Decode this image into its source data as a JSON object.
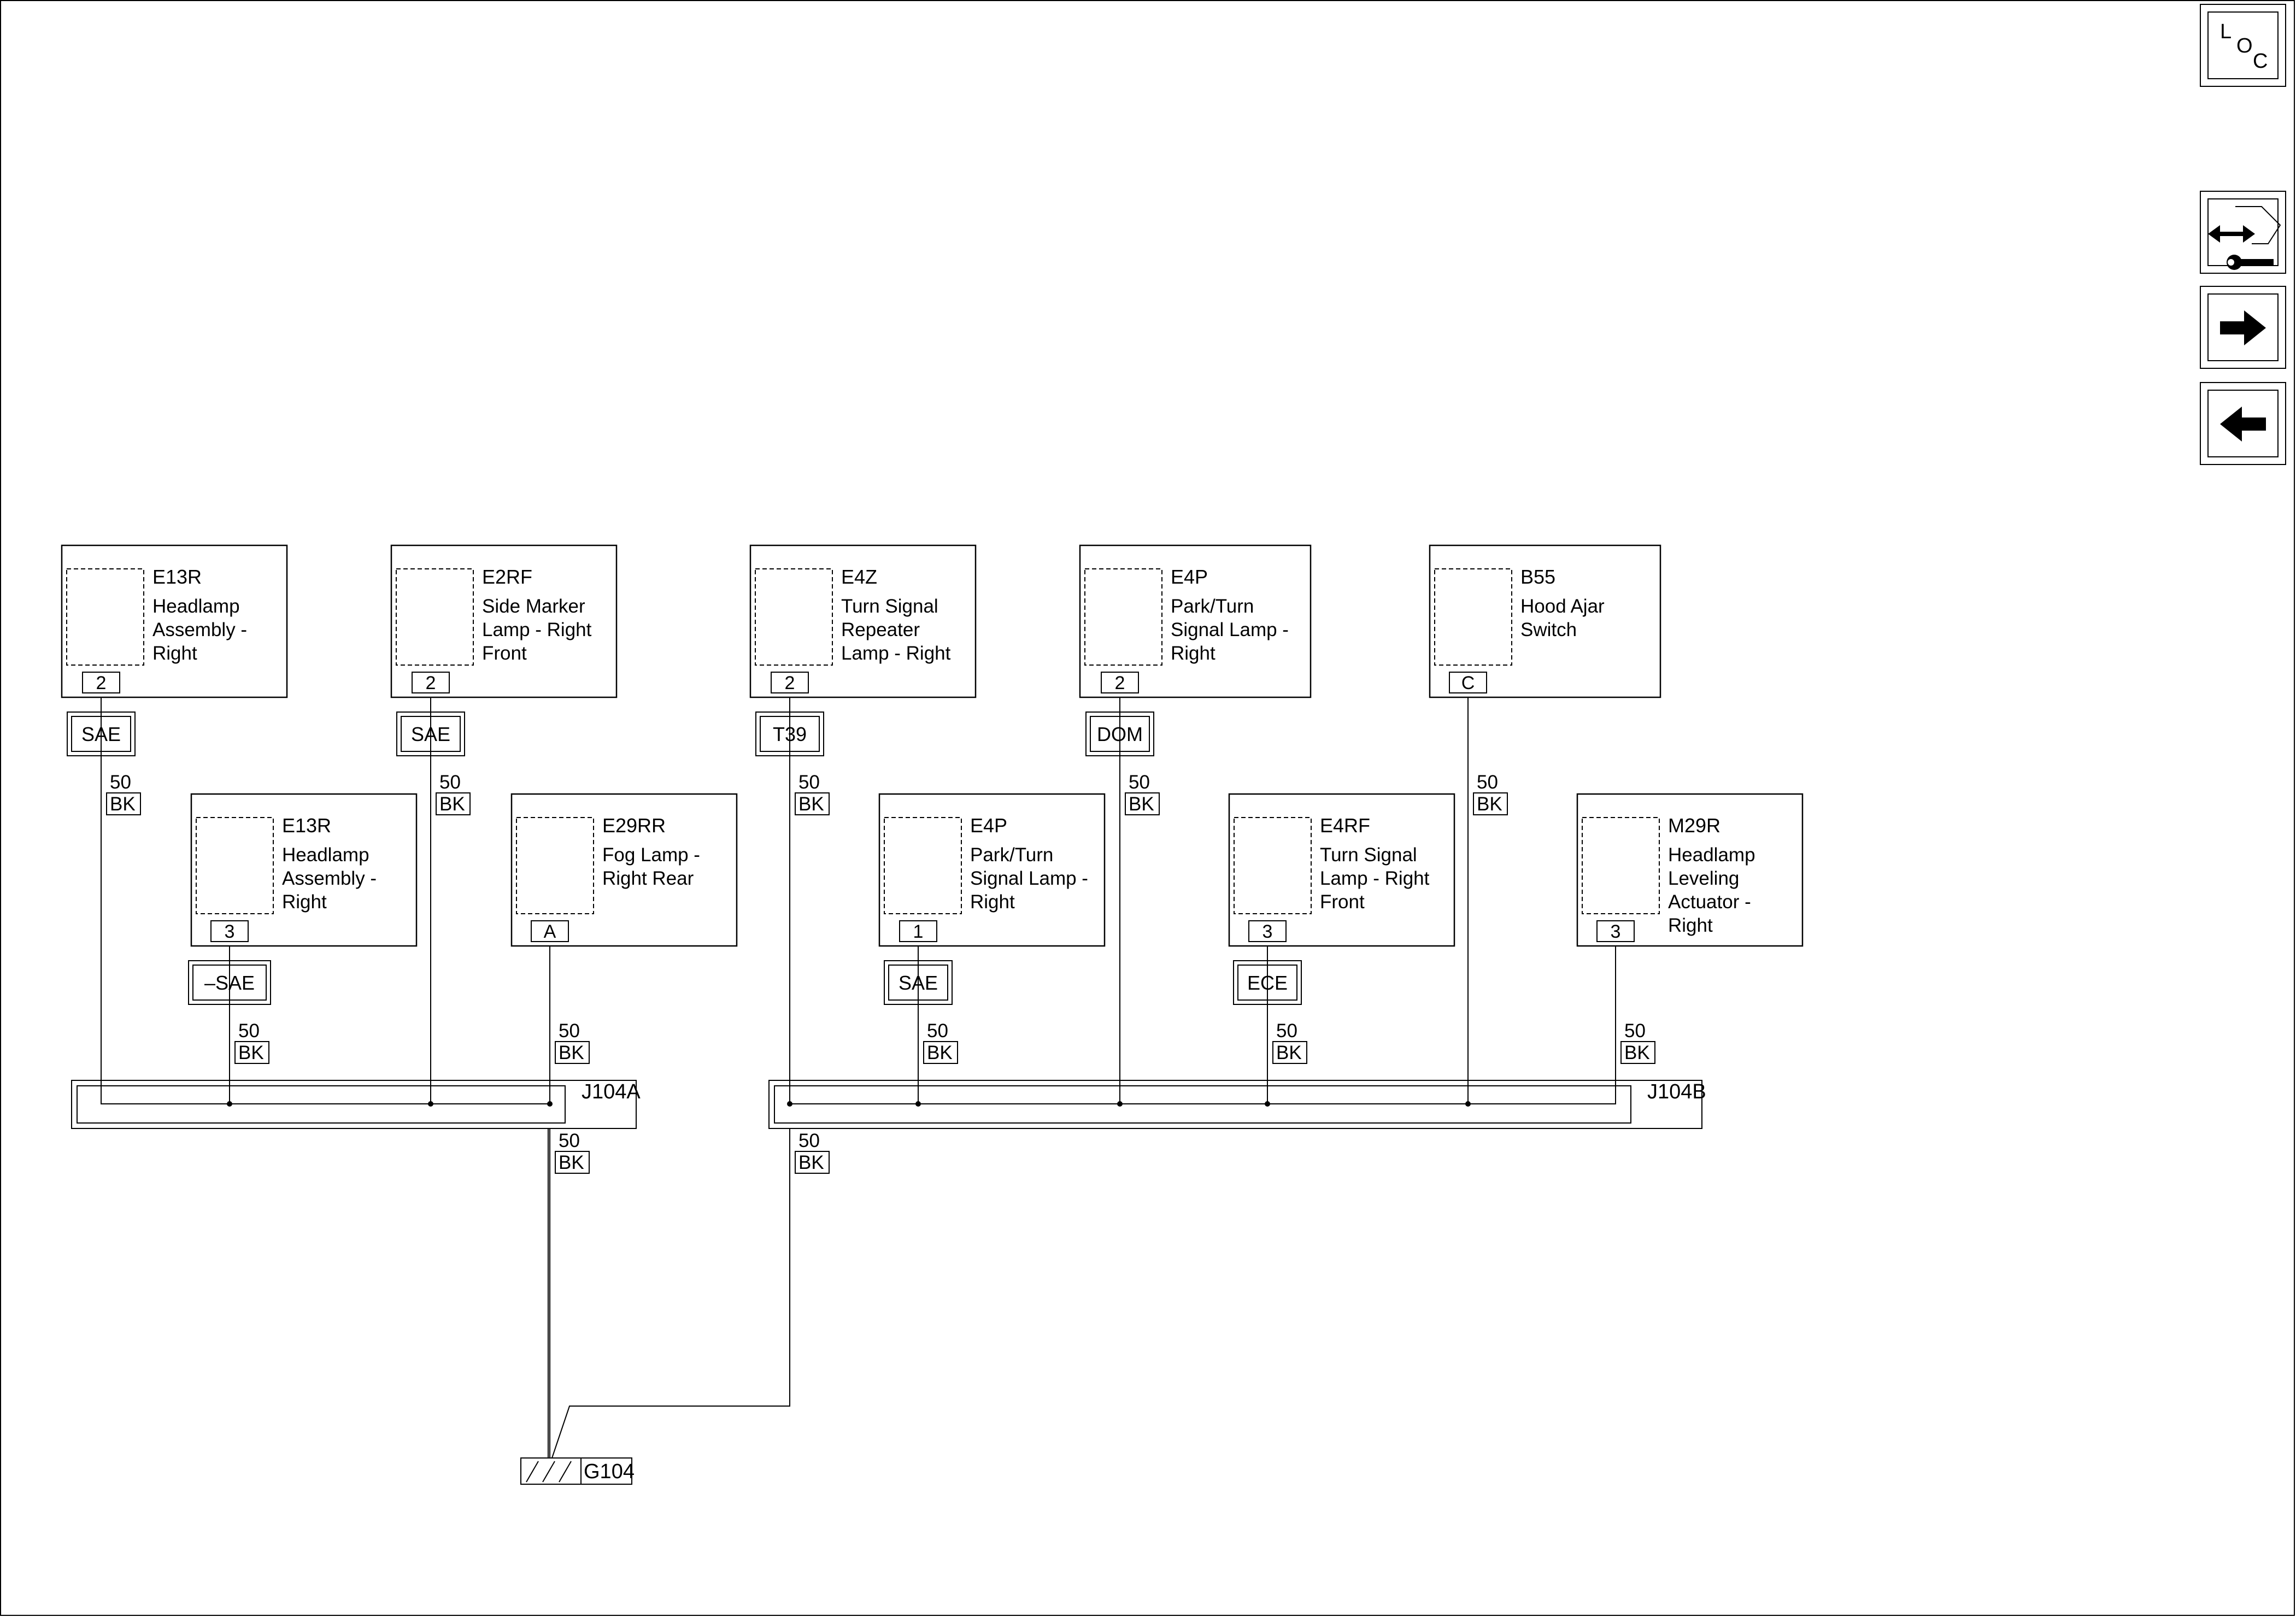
{
  "nav": {
    "loc_letters": [
      "L",
      "O",
      "C"
    ],
    "buttons": [
      {
        "name": "loc-button",
        "icon": "loc-icon"
      },
      {
        "name": "connector-service-button",
        "icon": "wrench-connector-icon"
      },
      {
        "name": "next-page-button",
        "icon": "arrow-right-icon"
      },
      {
        "name": "previous-page-button",
        "icon": "arrow-left-icon"
      }
    ]
  },
  "components": [
    {
      "code": "E13R",
      "name": [
        "Headlamp",
        "Assembly -",
        "Right"
      ],
      "pin": "2",
      "option": "SAE",
      "wire_size": "50",
      "wire_color": "BK"
    },
    {
      "code": "E2RF",
      "name": [
        "Side Marker",
        "Lamp - Right",
        "Front"
      ],
      "pin": "2",
      "option": "SAE",
      "wire_size": "50",
      "wire_color": "BK"
    },
    {
      "code": "E4Z",
      "name": [
        "Turn Signal",
        "Repeater",
        "Lamp - Right"
      ],
      "pin": "2",
      "option": "T39",
      "wire_size": "50",
      "wire_color": "BK"
    },
    {
      "code": "E4P",
      "name": [
        "Park/Turn",
        "Signal Lamp -",
        "Right"
      ],
      "pin": "2",
      "option": "DOM",
      "wire_size": "50",
      "wire_color": "BK"
    },
    {
      "code": "B55",
      "name": [
        "Hood Ajar",
        "Switch"
      ],
      "pin": "C",
      "option": "",
      "wire_size": "50",
      "wire_color": "BK"
    },
    {
      "code": "E13R",
      "name": [
        "Headlamp",
        "Assembly -",
        "Right"
      ],
      "pin": "3",
      "option": "–SAE",
      "wire_size": "50",
      "wire_color": "BK"
    },
    {
      "code": "E29RR",
      "name": [
        "Fog Lamp -",
        "Right Rear"
      ],
      "pin": "A",
      "option": "",
      "wire_size": "50",
      "wire_color": "BK"
    },
    {
      "code": "E4P",
      "name": [
        "Park/Turn",
        "Signal Lamp -",
        "Right"
      ],
      "pin": "1",
      "option": "SAE",
      "wire_size": "50",
      "wire_color": "BK"
    },
    {
      "code": "E4RF",
      "name": [
        "Turn Signal",
        "Lamp - Right",
        "Front"
      ],
      "pin": "3",
      "option": "ECE",
      "wire_size": "50",
      "wire_color": "BK"
    },
    {
      "code": "M29R",
      "name": [
        "Headlamp",
        "Leveling",
        "Actuator -",
        "Right"
      ],
      "pin": "3",
      "option": "",
      "wire_size": "50",
      "wire_color": "BK"
    }
  ],
  "junctions": [
    {
      "label": "J104A",
      "out_wire_size": "50",
      "out_wire_color": "BK"
    },
    {
      "label": "J104B",
      "out_wire_size": "50",
      "out_wire_color": "BK"
    }
  ],
  "ground": {
    "label": "G104"
  }
}
